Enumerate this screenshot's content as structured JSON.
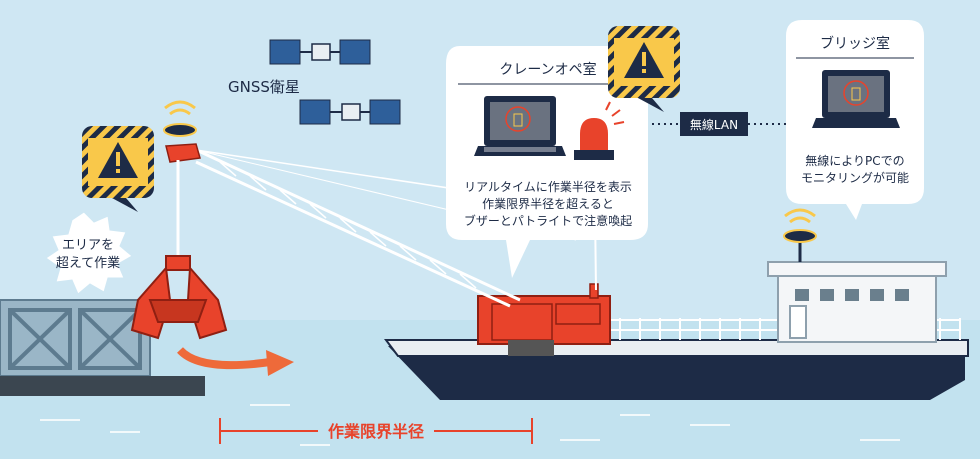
{
  "labels": {
    "gnss": "GNSS衛星",
    "crane_room_title": "クレーンオペ室",
    "crane_room_desc": [
      "リアルタイムに作業半径を表示",
      "作業限界半径を超えると",
      "ブザーとパトライトで注意喚起"
    ],
    "wireless_lan": "無線LAN",
    "bridge_title": "ブリッジ室",
    "bridge_desc": [
      "無線によりPCでの",
      "モニタリングが可能"
    ],
    "area_exceed": [
      "エリアを",
      "超えて作業"
    ],
    "work_limit_radius": "作業限界半径"
  },
  "colors": {
    "sky": "#cfe7f3",
    "sea": "#bfe1ef",
    "crane_red": "#e8432b",
    "warning_yellow": "#f9c84a",
    "navy": "#1d2b46",
    "orange_arrow": "#ee6a3a",
    "radius_red": "#e8432b"
  },
  "icons": [
    "satellite-icon",
    "warning-icon",
    "laptop-icon",
    "patlite-icon",
    "wifi-signal-icon",
    "gnss-antenna-icon"
  ]
}
